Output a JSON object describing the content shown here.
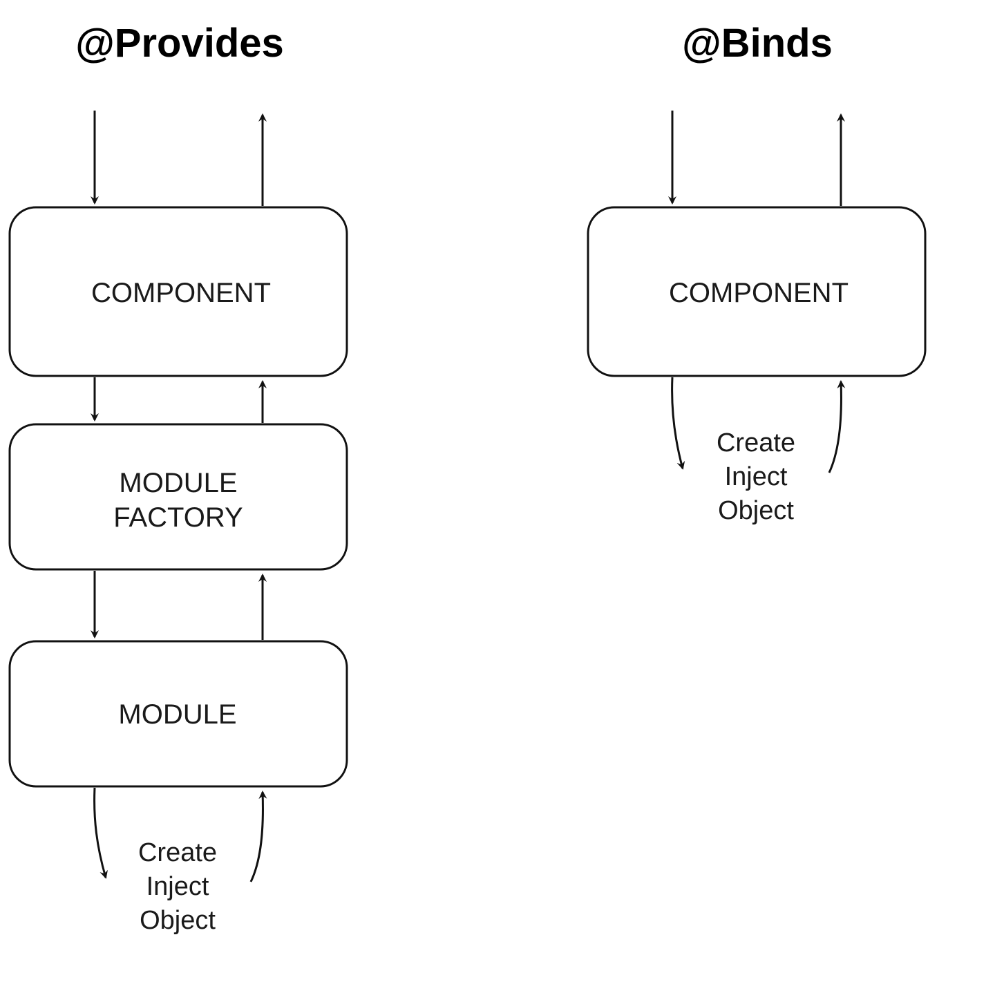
{
  "provides": {
    "title": "@Provides",
    "component_label": "COMPONENT",
    "factory_label_line1": "MODULE",
    "factory_label_line2": "FACTORY",
    "module_label": "MODULE",
    "note_line1": "Create",
    "note_line2": "Inject",
    "note_line3": "Object"
  },
  "binds": {
    "title": "@Binds",
    "component_label": "COMPONENT",
    "note_line1": "Create",
    "note_line2": "Inject",
    "note_line3": "Object"
  },
  "colors": {
    "stroke": "#111111",
    "background": "#ffffff"
  }
}
